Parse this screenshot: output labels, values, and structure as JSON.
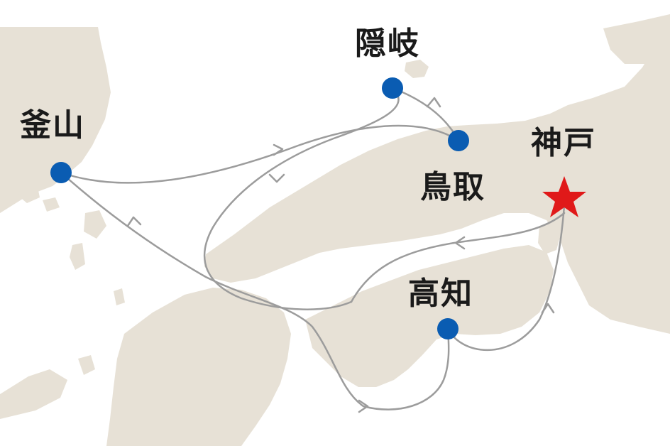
{
  "colors": {
    "land": "#e7e1d6",
    "sea": "#ffffff",
    "route": "#9c9c9c",
    "port_marker": "#0a5cb2",
    "home_port_marker": "#e01919",
    "label_text": "#1a1a1a"
  },
  "ports": [
    {
      "id": "oki",
      "label": "隠岐",
      "marker": "blue-dot"
    },
    {
      "id": "busan",
      "label": "釜山",
      "marker": "blue-dot"
    },
    {
      "id": "tottori",
      "label": "鳥取",
      "marker": "blue-dot"
    },
    {
      "id": "kobe",
      "label": "神戸",
      "marker": "red-star-icon"
    },
    {
      "id": "kochi",
      "label": "高知",
      "marker": "blue-dot"
    }
  ]
}
